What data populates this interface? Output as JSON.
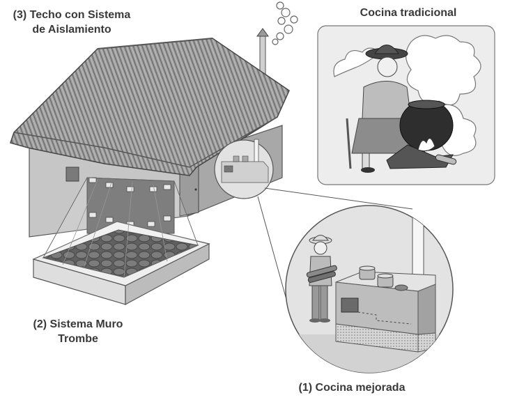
{
  "labels": {
    "roof": [
      "(3) Techo con Sistema",
      "de Aislamiento"
    ],
    "trombe": [
      "(2) Sistema Muro",
      "Trombe"
    ],
    "improved_stove": "(1) Cocina mejorada",
    "traditional_stove": "Cocina tradicional"
  },
  "colors": {
    "text": "#3a3a3a",
    "wall": "#bdbdbd",
    "wall_dark": "#8e8e8e",
    "thatch": "#9a9a9a",
    "thatch_dark": "#6b6b6b",
    "panel_bg": "#e9e9e9",
    "circle_bg": "#dcdcdc"
  },
  "icons": [
    "smoke-icon",
    "chimney-icon",
    "cooking-pot-icon",
    "firewood-icon",
    "woman-figure-icon",
    "man-figure-icon"
  ]
}
